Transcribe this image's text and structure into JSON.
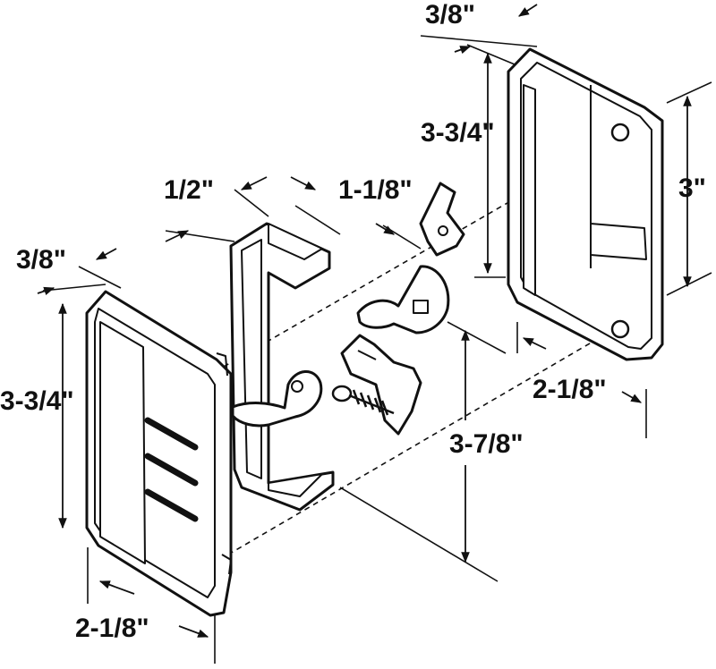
{
  "diagram": {
    "line_color": "#111111",
    "background": "#ffffff",
    "parts": [
      "outside-handle",
      "latch-frame",
      "hook-lever",
      "latch-cam",
      "spring-screw",
      "strike-spring",
      "inside-handle"
    ],
    "dimensions": {
      "outer_depth": "3/8\"",
      "outer_height": "3-3/4\"",
      "outer_width": "2-1/8\"",
      "frame_depth": "1/2\"",
      "frame_width": "1-1/8\"",
      "inner_depth": "3/8\"",
      "inner_height": "3-3/4\"",
      "inner_hole_spacing": "3\"",
      "inner_width": "2-1/8\"",
      "mount_spacing": "3-7/8\""
    }
  }
}
